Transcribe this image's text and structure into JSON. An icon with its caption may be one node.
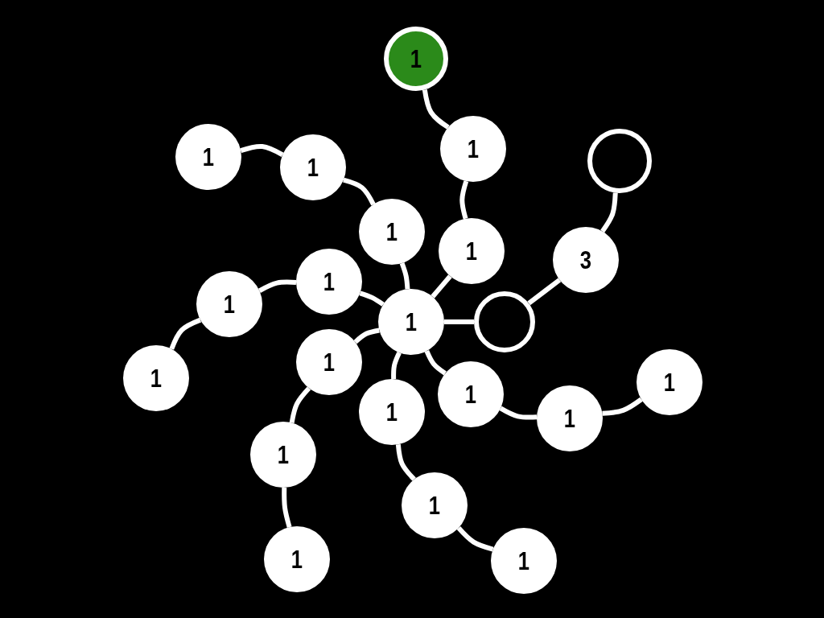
{
  "diagram": {
    "nodes": [
      {
        "text": [
          "1"
        ]
      },
      {
        "text": [
          "1"
        ]
      },
      {
        "text": [
          "1"
        ]
      },
      {
        "text": [],
        "shape": "circle"
      },
      {
        "text": [
          "1"
        ]
      },
      {
        "text": [
          "1"
        ]
      },
      {
        "text": [
          "1"
        ]
      },
      {
        "text": [
          "3"
        ]
      },
      {
        "text": [
          "1"
        ]
      },
      {
        "text": [
          "1"
        ]
      },
      {
        "text": [
          "1"
        ]
      },
      {
        "text": [],
        "shape": "circle"
      },
      {
        "text": [
          "1"
        ]
      },
      {
        "text": [
          "1"
        ]
      },
      {
        "text": [
          "1"
        ]
      },
      {
        "text": [
          "1"
        ]
      },
      {
        "text": [
          "1"
        ]
      },
      {
        "text": [
          "1"
        ]
      },
      {
        "text": [
          "1"
        ]
      },
      {
        "text": [
          "1"
        ]
      },
      {
        "text": [
          "1"
        ]
      },
      {
        "text": [
          "1"
        ]
      }
    ],
    "edges": [
      {
        "from": 0,
        "to": 1,
        "arrow": "none"
      },
      {
        "from": 1,
        "to": 6,
        "arrow": "none"
      },
      {
        "from": 6,
        "to": 10,
        "arrow": "none"
      },
      {
        "from": 2,
        "to": 4,
        "arrow": "none"
      },
      {
        "from": 4,
        "to": 5,
        "arrow": "none"
      },
      {
        "from": 5,
        "to": 10,
        "arrow": "none"
      },
      {
        "from": 13,
        "to": 9,
        "arrow": "none"
      },
      {
        "from": 9,
        "to": 8,
        "arrow": "none"
      },
      {
        "from": 8,
        "to": 10,
        "arrow": "none"
      },
      {
        "from": 10,
        "to": 12,
        "arrow": "none"
      },
      {
        "from": 12,
        "to": 18,
        "arrow": "none"
      },
      {
        "from": 18,
        "to": 20,
        "arrow": "none"
      },
      {
        "from": 10,
        "to": 15,
        "arrow": "none"
      },
      {
        "from": 15,
        "to": 19,
        "arrow": "none"
      },
      {
        "from": 19,
        "to": 21,
        "arrow": "none"
      },
      {
        "from": 10,
        "to": 14,
        "arrow": "none"
      },
      {
        "from": 14,
        "to": 17,
        "arrow": "none"
      },
      {
        "from": 17,
        "to": 16,
        "arrow": "none"
      },
      {
        "from": 10,
        "to": 11,
        "arrow": "none"
      },
      {
        "from": 11,
        "to": 7,
        "arrow": "none"
      },
      {
        "from": 7,
        "to": 3,
        "arrow": "none"
      }
    ]
  }
}
